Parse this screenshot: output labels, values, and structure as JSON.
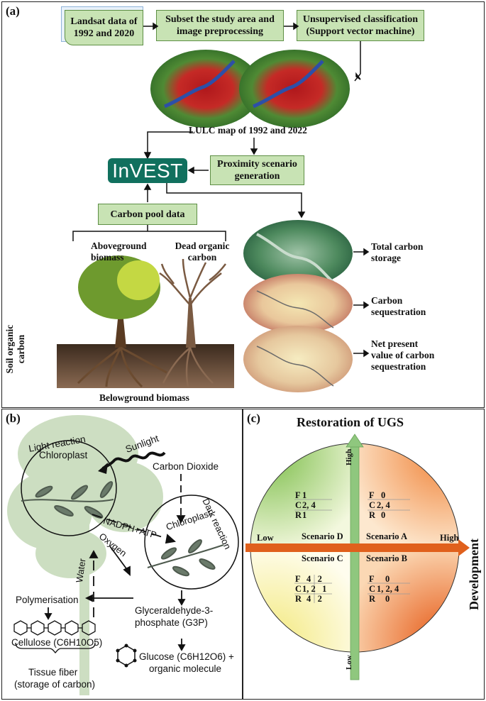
{
  "panels": {
    "a": "(a)",
    "b": "(b)",
    "c": "(c)"
  },
  "panel_a": {
    "boxes": {
      "landsat": "Landsat data of 1992 and 2020",
      "subset": "Subset the study area and image preprocessing",
      "classification": "Unsupervised classification (Support vector machine)",
      "proximity": "Proximity scenario generation",
      "carbon_pool": "Carbon pool data"
    },
    "lulc_label": "LULC map of 1992 and 2022",
    "invest_logo": "InVEST",
    "pools": {
      "aboveground": "Aboveground biomass",
      "dead": "Dead organic carbon",
      "soil": "Soil organic carbon",
      "belowground": "Belowground biomass"
    },
    "outputs": {
      "total": "Total carbon storage",
      "sequestration": "Carbon sequestration",
      "npv": "Net present value of carbon sequestration"
    }
  },
  "panel_b": {
    "light_reaction": "Light reaction",
    "chloroplast_1": "Chloroplast",
    "sunlight": "Sunlight",
    "carbon_dioxide": "Carbon Dioxide",
    "nadph_atp": "NADPH+ATP",
    "oxygen": "Oxygen",
    "water": "Water",
    "dark_reaction": "Dark reaction",
    "chloroplast_2": "Chloroplast",
    "g3p_line1": "Glyceraldehyde-3-",
    "g3p_line2": "phosphate (G3P)",
    "polymerisation": "Polymerisation",
    "cellulose": "Cellulose (C6H10O5)",
    "glucose_line1": "Glucose (C6H12O6) +",
    "glucose_line2": "organic molecule",
    "tissue_line1": "Tissue fiber",
    "tissue_line2": "(storage of carbon)"
  },
  "panel_c": {
    "title": "Restoration of UGS",
    "x_axis": "Development",
    "high_top": "High",
    "low_bottom": "Low",
    "low_left": "Low",
    "high_right": "High",
    "scenarios": {
      "d": {
        "name": "Scenario D",
        "F": "1",
        "C": "2, 4",
        "R": "1"
      },
      "a": {
        "name": "Scenario A",
        "F": "0",
        "C": "2, 4",
        "R": "0"
      },
      "c": {
        "name": "Scenario C",
        "F": "4   2",
        "C": "1, 2   1",
        "R": "4   2"
      },
      "b": {
        "name": "Scenario B",
        "F": "0",
        "C": "1, 2, 4",
        "R": "0"
      }
    },
    "row_letters": {
      "f": "F",
      "c": "C",
      "r": "R"
    }
  },
  "colors": {
    "box_fill": "#c8e3b4",
    "box_border": "#5e8f45",
    "invest": "#11705e",
    "arrow_orange": "#e0601c",
    "arrow_green": "#8fc77e"
  }
}
